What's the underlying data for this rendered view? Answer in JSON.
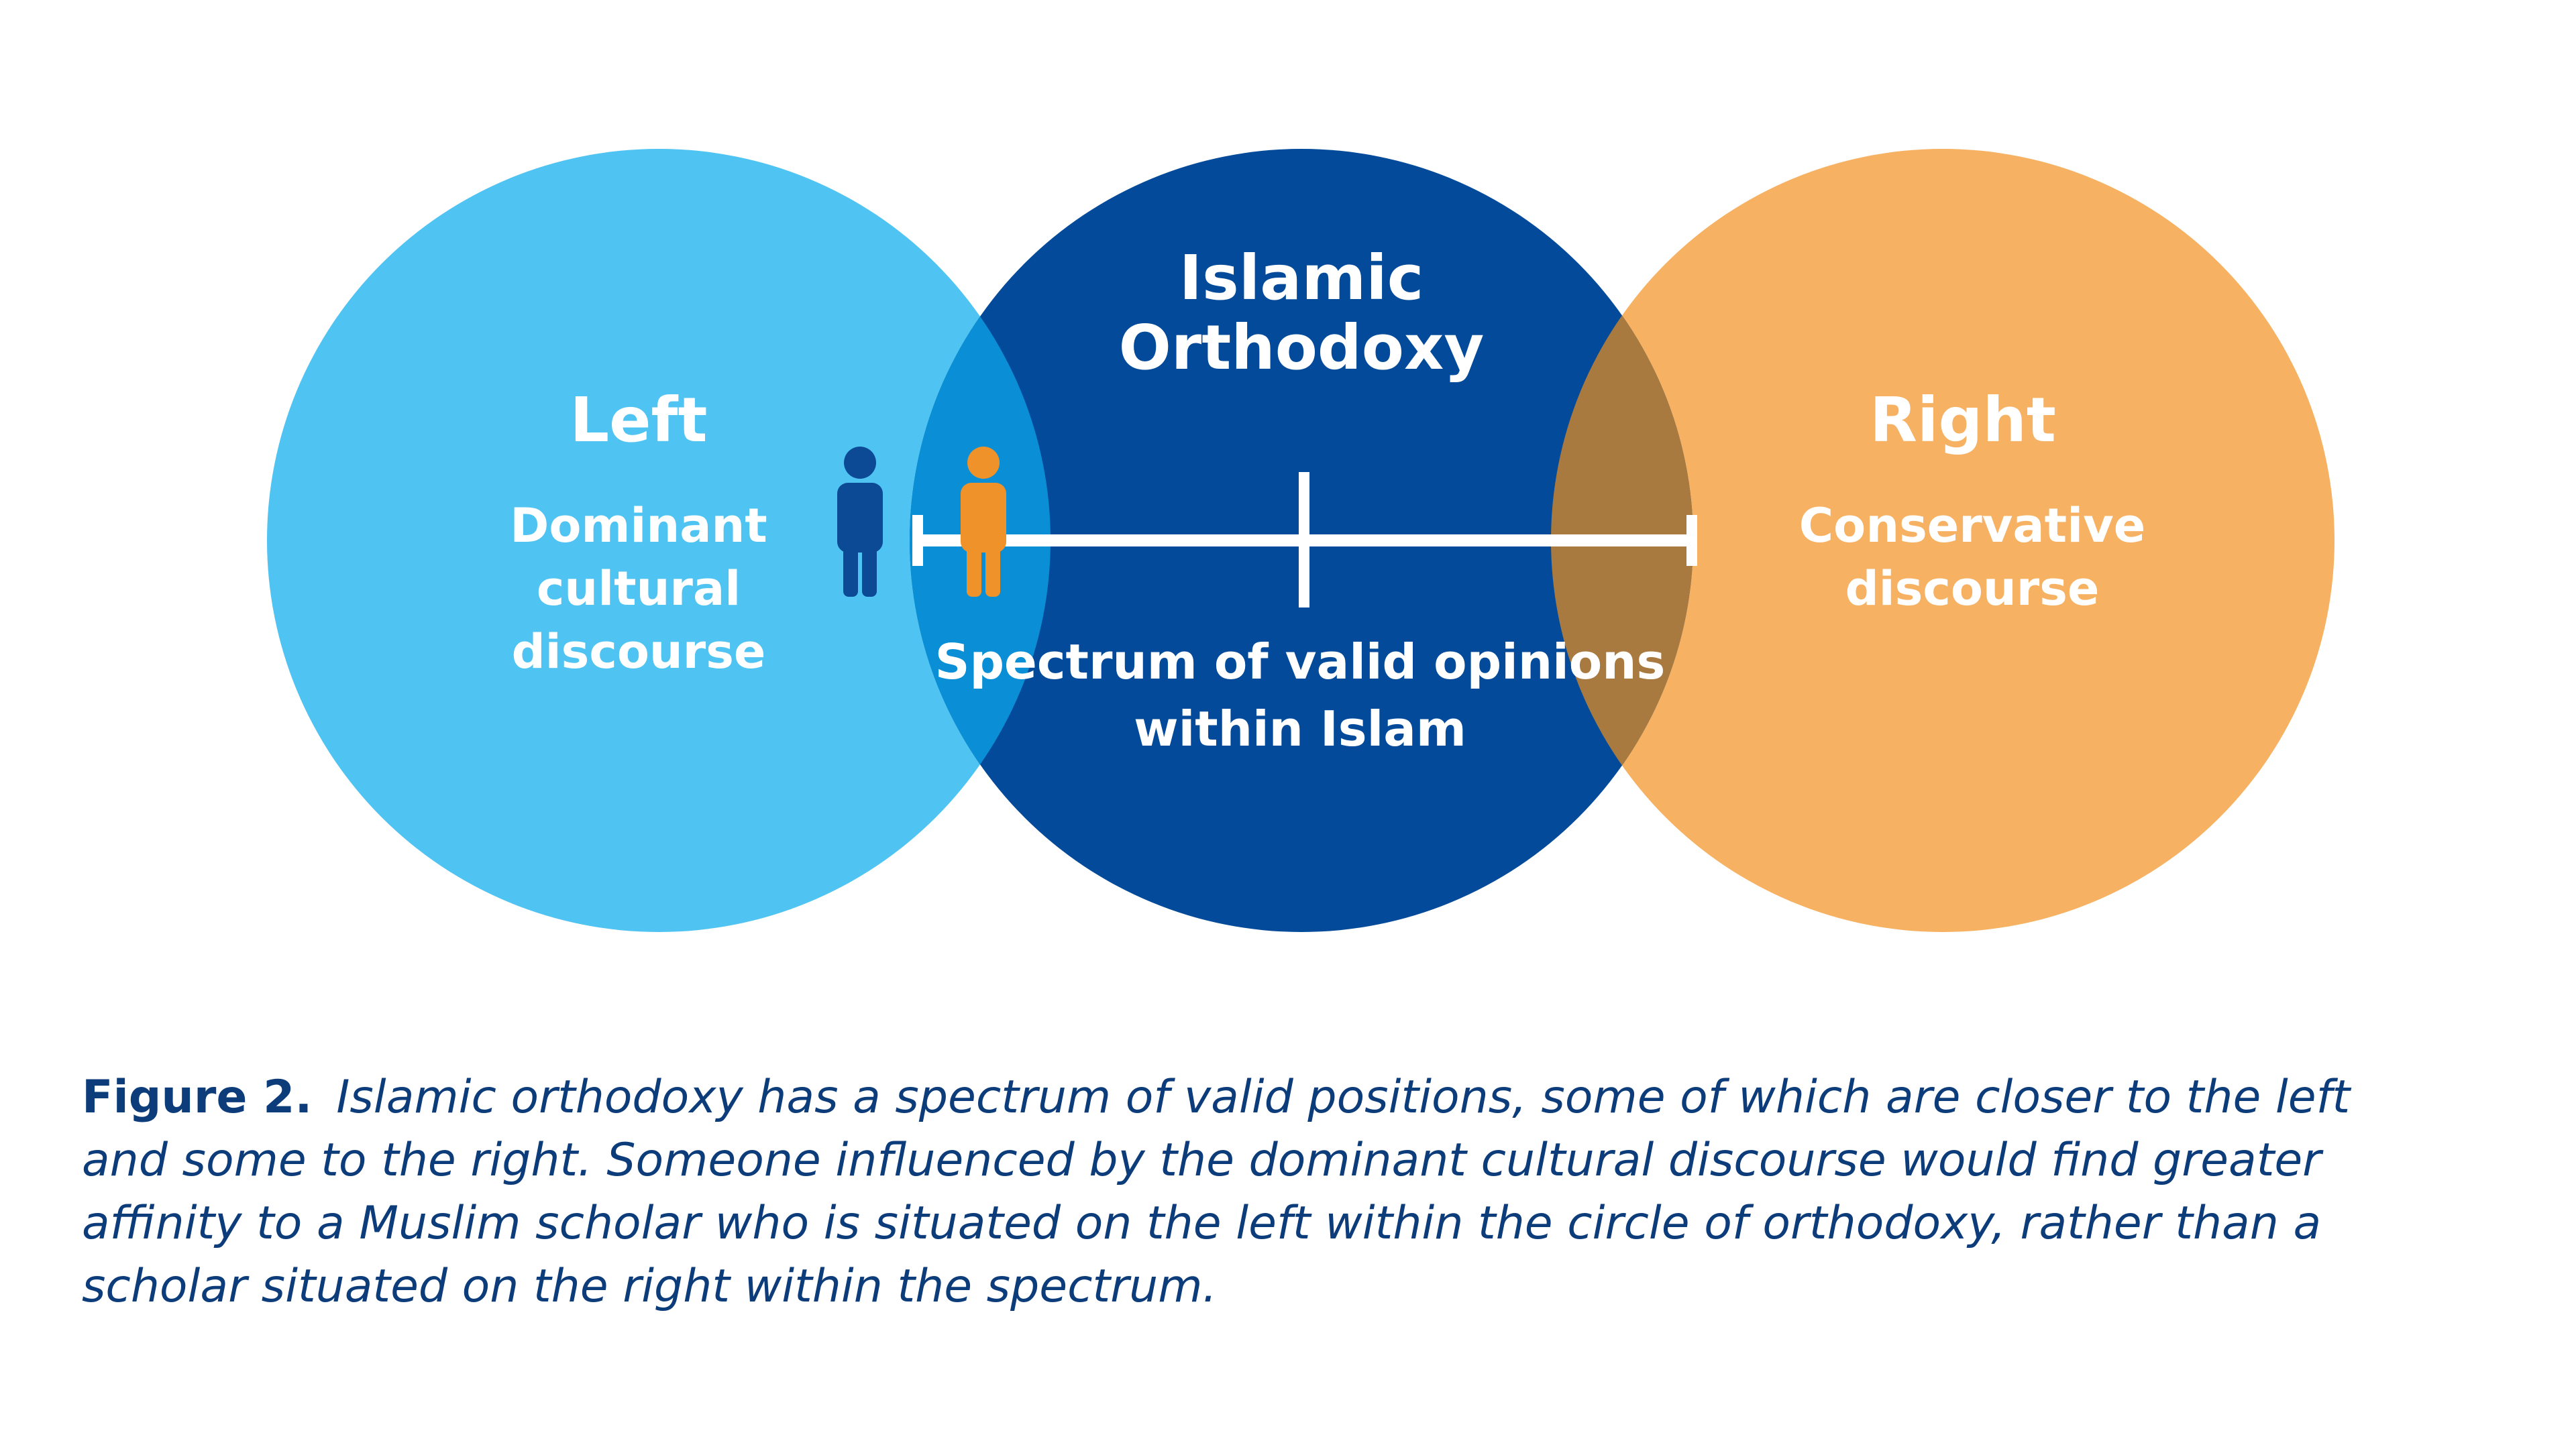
{
  "diagram": {
    "left_circle": {
      "title": "Left",
      "subtitle_lines": [
        "Dominant",
        "cultural",
        "discourse"
      ],
      "color": "#4fc3f2"
    },
    "center_circle": {
      "title_lines": [
        "Islamic",
        "Orthodoxy"
      ],
      "color": "#034b9a"
    },
    "right_circle": {
      "title": "Right",
      "subtitle_lines": [
        "Conservative",
        "discourse"
      ],
      "color": "#f6b162"
    },
    "overlap_colors": {
      "left_center": "#0a8fd6",
      "center_right": "#a87a3f"
    },
    "spectrum_label_lines": [
      "Spectrum of valid opinions",
      "within Islam"
    ],
    "figures": [
      {
        "name": "person-icon",
        "color": "#0d4a96"
      },
      {
        "name": "person-icon",
        "color": "#f0922a"
      }
    ]
  },
  "caption": {
    "label": "Figure 2.",
    "text": "Islamic orthodoxy has a spectrum of valid positions, some of which are closer to the left and some to the right. Someone influenced by the dominant cultural discourse would find greater affinity to a Muslim scholar who is situated on the left within the circle of orthodoxy, rather than a scholar situated on the right within the spectrum."
  }
}
